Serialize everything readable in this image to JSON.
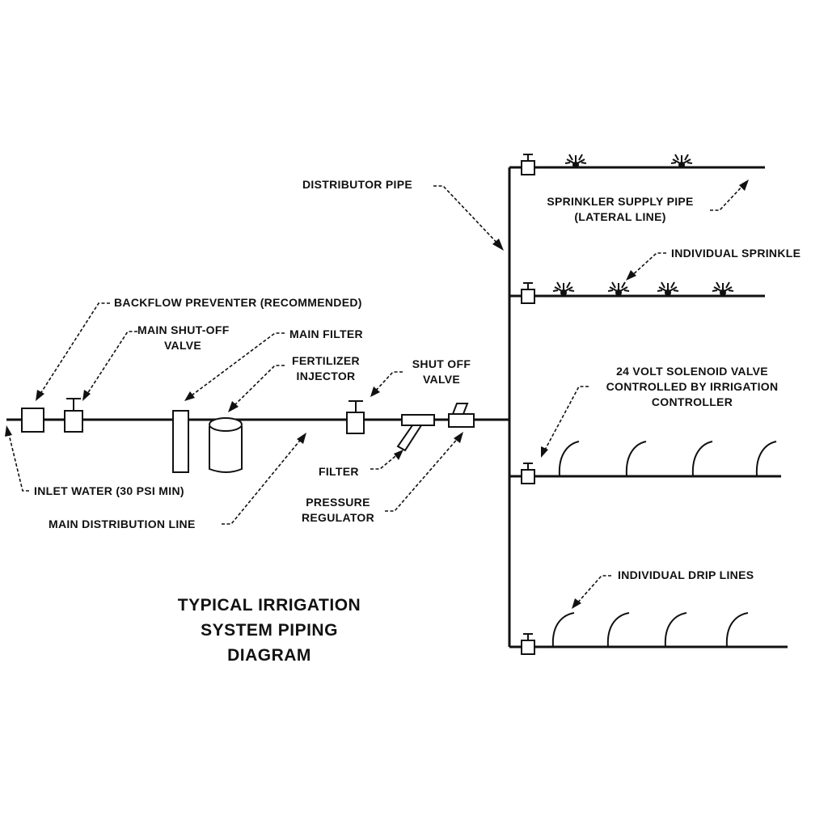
{
  "labels": {
    "distributor_pipe": "DISTRIBUTOR PIPE",
    "sprinkler_supply_pipe": "SPRINKLER SUPPLY PIPE",
    "lateral_line": "(LATERAL LINE)",
    "individual_sprinkler": "INDIVIDUAL SPRINKLE",
    "backflow_preventer": "BACKFLOW PREVENTER (RECOMMENDED)",
    "main_shutoff_valve_line1": "MAIN SHUT-OFF",
    "main_shutoff_valve_line2": "VALVE",
    "main_filter": "MAIN FILTER",
    "fertilizer_injector_line1": "FERTILIZER",
    "fertilizer_injector_line2": "INJECTOR",
    "shut_off_valve_line1": "SHUT OFF",
    "shut_off_valve_line2": "VALVE",
    "solenoid_line1": "24 VOLT SOLENOID VALVE",
    "solenoid_line2": "CONTROLLED BY IRRIGATION",
    "solenoid_line3": "CONTROLLER",
    "filter": "FILTER",
    "pressure_regulator_line1": "PRESSURE",
    "pressure_regulator_line2": "REGULATOR",
    "inlet_water": "INLET WATER (30 PSI MIN)",
    "main_distribution_line": "MAIN DISTRIBUTION LINE",
    "individual_drip_lines": "INDIVIDUAL DRIP LINES"
  },
  "title": {
    "line1": "TYPICAL IRRIGATION",
    "line2": "SYSTEM PIPING",
    "line3": "DIAGRAM"
  },
  "colors": {
    "ink": "#111111",
    "paper": "#ffffff"
  }
}
